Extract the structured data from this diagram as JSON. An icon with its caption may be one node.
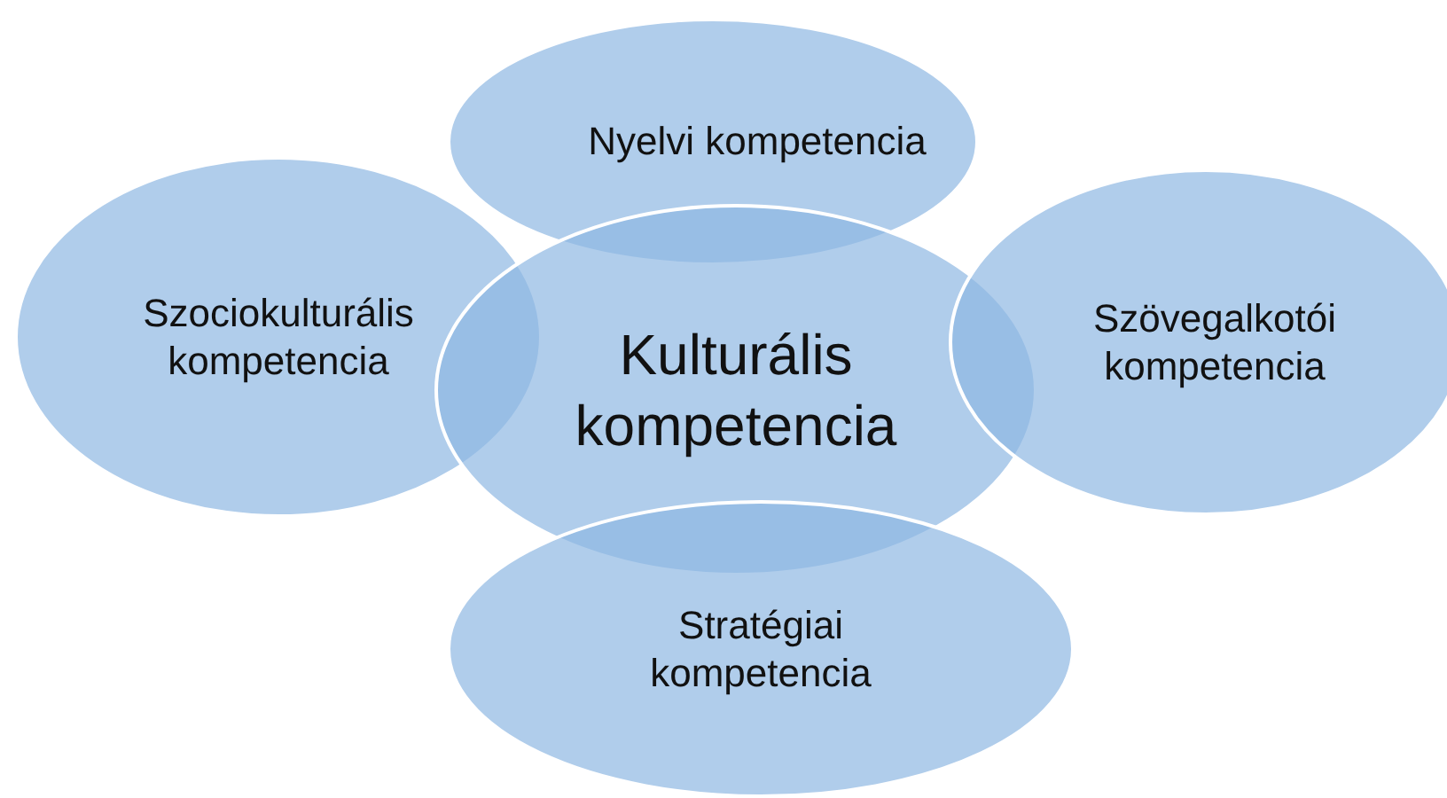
{
  "diagram": {
    "nodes": [
      {
        "text": [
          "Nyelvi kompetencia"
        ]
      },
      {
        "text": [
          "Szociokulturális kompetencia"
        ]
      },
      {
        "text": [
          "Kulturális kompetencia"
        ]
      },
      {
        "text": [
          "Szövegalkotói kompetencia"
        ]
      },
      {
        "text": [
          "Stratégiai kompetencia"
        ]
      }
    ]
  }
}
